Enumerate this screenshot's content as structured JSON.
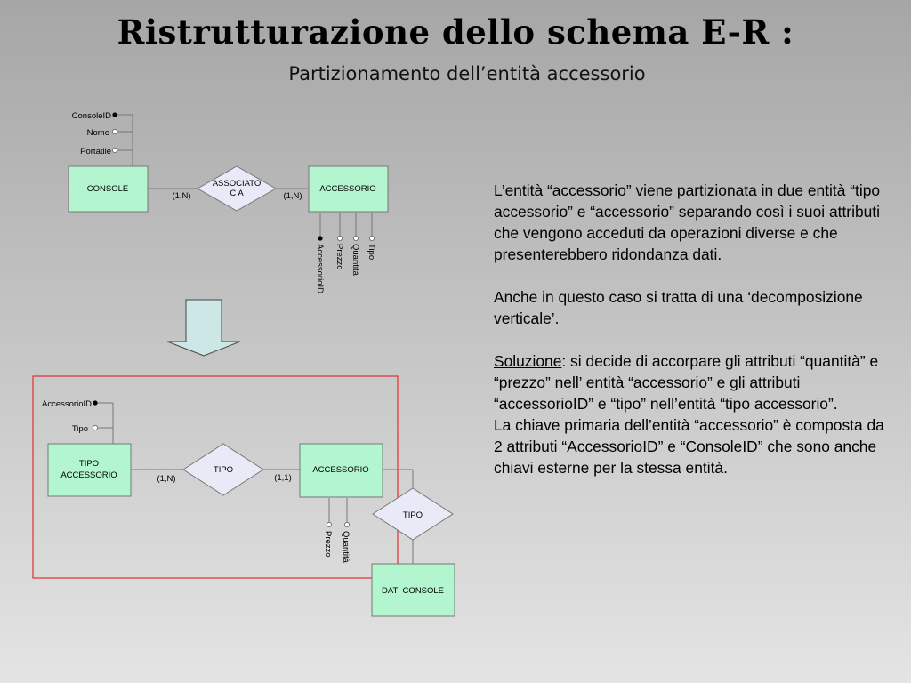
{
  "title": "Ristrutturazione dello schema E-R :",
  "subtitle": "Partizionamento dell’entità accessorio",
  "top_diagram": {
    "entity_console": "CONSOLE",
    "entity_accessorio": "ACCESSORIO",
    "relation_line1": "ASSOCIATO",
    "relation_line2": "C A",
    "card_left": "(1,N)",
    "card_right": "(1,N)",
    "console_attrs": [
      "ConsoleID",
      "Nome",
      "Portatile"
    ],
    "accessorio_attrs": [
      "AccessorioID",
      "Prezzo",
      "Quantità",
      "Tipo"
    ]
  },
  "bottom_diagram": {
    "entity_tipo_line1": "TIPO",
    "entity_tipo_line2": "ACCESSORIO",
    "entity_accessorio": "ACCESSORIO",
    "entity_dati_console": "DATI CONSOLE",
    "relation_tipo": "TIPO",
    "relation_tipo2": "TIPO",
    "card_left": "(1,N)",
    "card_right": "(1,1)",
    "tipo_attrs": [
      "AccessorioID",
      "Tipo"
    ],
    "accessorio_attrs": [
      "Prezzo",
      "Quantità"
    ]
  },
  "text": {
    "p1": "L’entità “accessorio” viene partizionata in due entità “tipo accessorio” e “accessorio” separando così i suoi attributi che vengono acceduti da operazioni diverse e che presenterebbero ridondanza dati.",
    "p2": "Anche in questo caso si tratta di una ‘decomposizione verticale’.",
    "p3_label": "Soluzione",
    "p3_rest": ": si decide di accorpare gli attributi “quantità” e “prezzo” nell’ entità “accessorio” e gli attributi “accessorioID” e “tipo” nell’entità “tipo accessorio”.",
    "p4": "La chiave primaria dell’entità “accessorio” è composta da 2 attributi “AccessorioID” e “ConsoleID” che sono anche chiavi esterne per la stessa entità."
  },
  "colors": {
    "entity_fill": "#b3f5cf",
    "relation_fill": "#e8ebf7",
    "arrow_fill": "#cde6e6",
    "frame": "#e03030"
  }
}
